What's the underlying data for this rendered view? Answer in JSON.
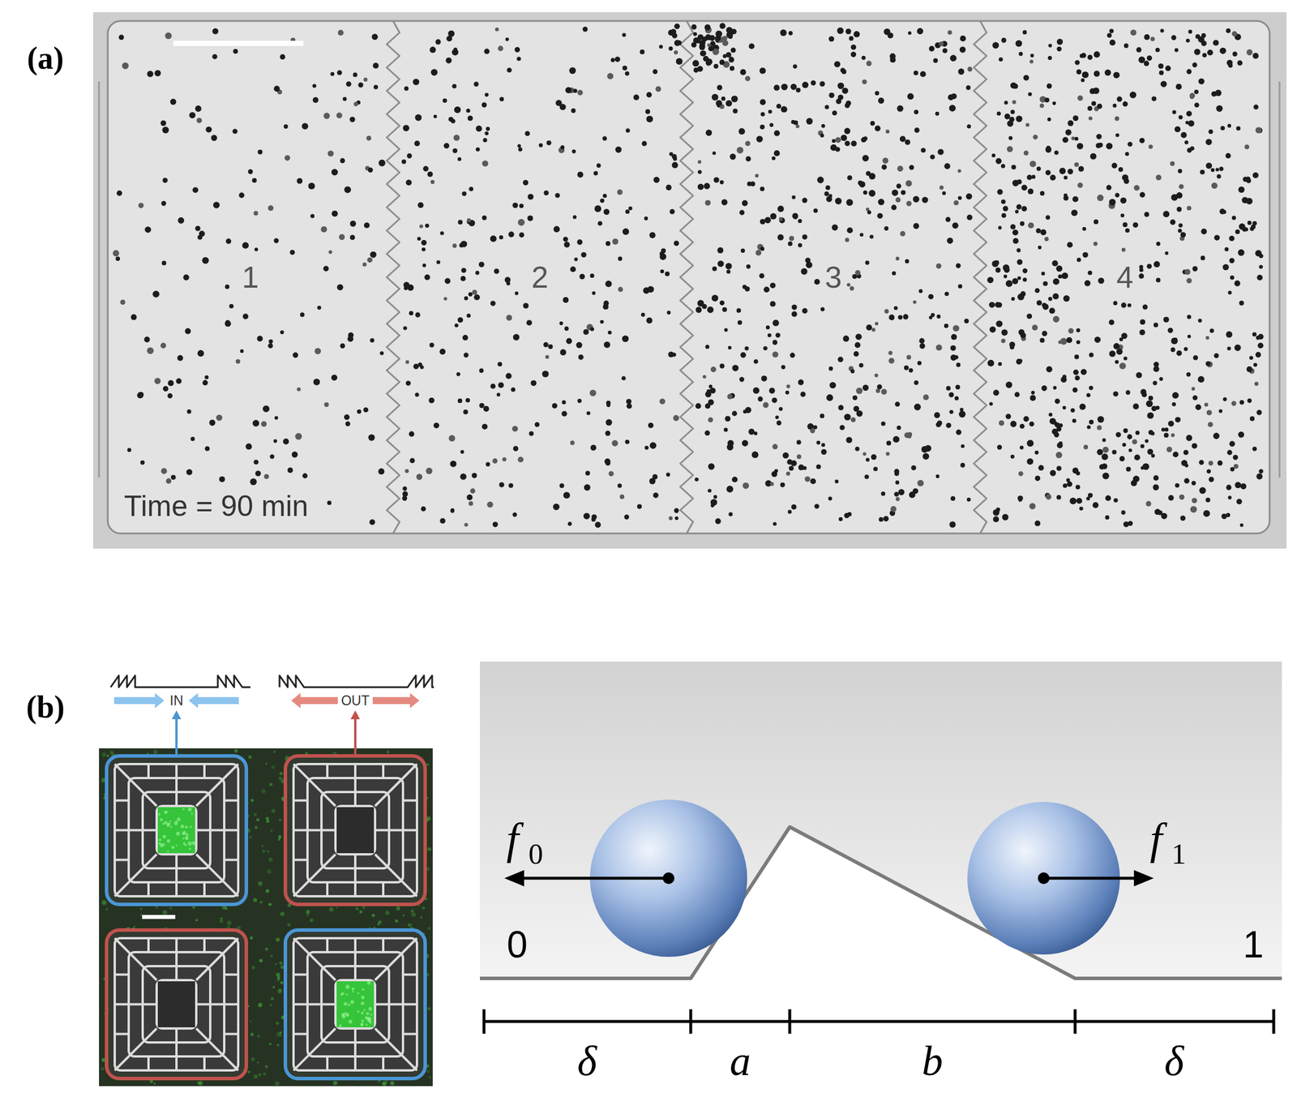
{
  "diagram": {
    "nodes": [
      {
        "text": [
          "1",
          "Time = 90 min"
        ]
      },
      {
        "text": [
          "2"
        ]
      },
      {
        "text": [
          "3"
        ]
      },
      {
        "text": [
          "4"
        ]
      }
    ],
    "labels": [
      "(a)",
      "(b)",
      "IN",
      "OUT",
      "f",
      "0",
      "f",
      "1",
      "0",
      "1",
      "δ",
      "a",
      "b",
      "δ"
    ]
  }
}
